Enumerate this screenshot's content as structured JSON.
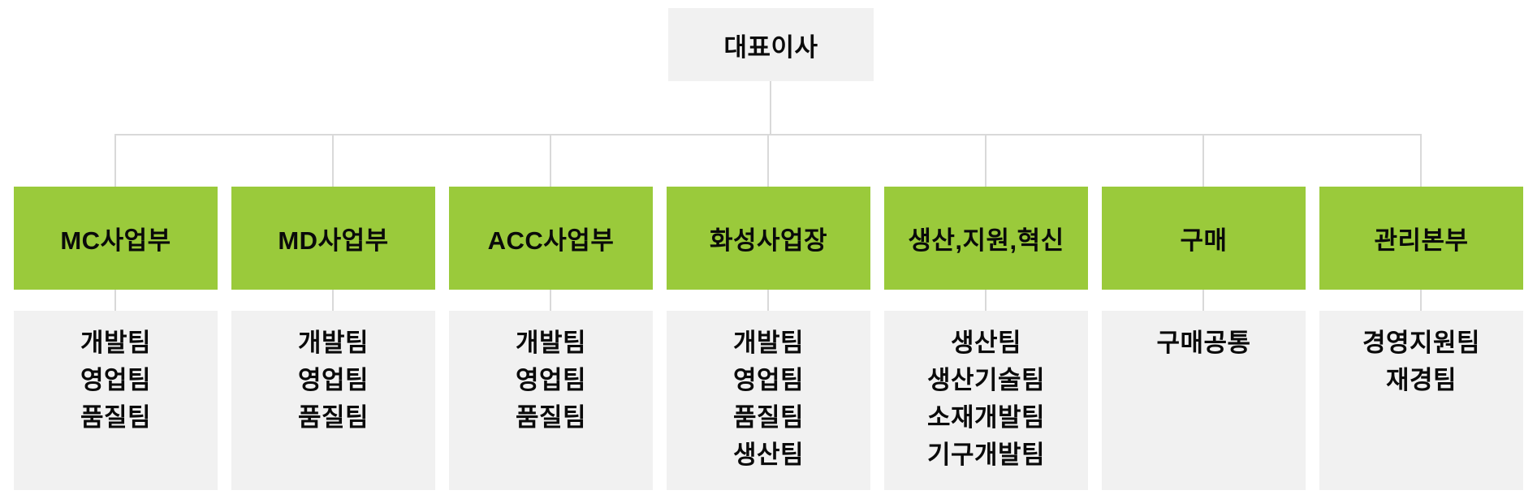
{
  "colors": {
    "background": "#ffffff",
    "dept_green": "#9aca3b",
    "box_gray": "#f1f1f1",
    "connector_line": "#d9d9d9",
    "text": "#0a0a0a"
  },
  "root": {
    "label": "대표이사"
  },
  "departments": [
    {
      "label": "MC사업부",
      "teams": [
        "개발팀",
        "영업팀",
        "품질팀"
      ]
    },
    {
      "label": "MD사업부",
      "teams": [
        "개발팀",
        "영업팀",
        "품질팀"
      ]
    },
    {
      "label": "ACC사업부",
      "teams": [
        "개발팀",
        "영업팀",
        "품질팀"
      ]
    },
    {
      "label": "화성사업장",
      "teams": [
        "개발팀",
        "영업팀",
        "품질팀",
        "생산팀"
      ]
    },
    {
      "label": "생산,지원,혁신",
      "teams": [
        "생산팀",
        "생산기술팀",
        "소재개발팀",
        "기구개발팀"
      ]
    },
    {
      "label": "구매",
      "teams": [
        "구매공통"
      ]
    },
    {
      "label": "관리본부",
      "teams": [
        "경영지원팀",
        "재경팀"
      ]
    }
  ]
}
